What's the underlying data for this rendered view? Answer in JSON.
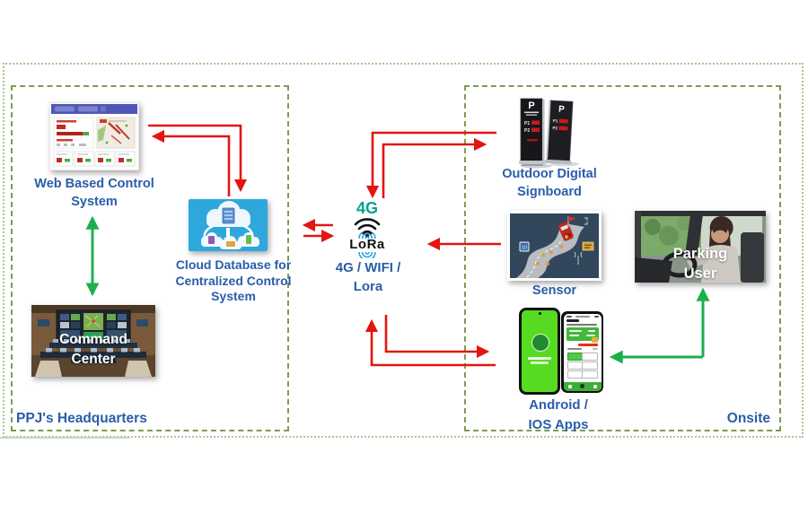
{
  "diagram": {
    "zones": {
      "headquarters": {
        "label": "PPJ's Headquarters"
      },
      "onsite": {
        "label": "Onsite"
      }
    },
    "web": {
      "label": [
        "Web Based Control",
        "System"
      ]
    },
    "cloud": {
      "label": [
        "Cloud Database for",
        "Centralized Control",
        "System"
      ]
    },
    "command": {
      "overlay": [
        "Command",
        "Center"
      ]
    },
    "hub": {
      "badge_4g": "4G",
      "lora": "LoRa",
      "label": [
        "4G / WIFI /",
        "Lora"
      ]
    },
    "signboard": {
      "label": [
        "Outdoor Digital",
        "Signboard"
      ],
      "panel_letter": "P",
      "rows": [
        "P1",
        "P2"
      ]
    },
    "sensor": {
      "label": "Sensor",
      "speed_sign": "10"
    },
    "parking_user": {
      "overlay": [
        "Parking",
        "User"
      ]
    },
    "apps": {
      "label": [
        "Android /",
        "IOS Apps"
      ]
    },
    "icons": {
      "hub_wifi": "wifi-icon",
      "hub_lora_waves": "radio-waves-icon",
      "cloud": "cloud-sync-icon"
    },
    "colors": {
      "red_arrow": "#E21511",
      "green_arrow": "#1CAF4D",
      "label_blue": "#2A5DA9",
      "teal_4g": "#00A38C",
      "inner_border_green": "#7E9C52",
      "outer_border_green": "#A6C694",
      "cloud_sky_blue": "#2EA7DD",
      "sensor_navy": "#32475C",
      "app_green": "#56DB21"
    }
  }
}
